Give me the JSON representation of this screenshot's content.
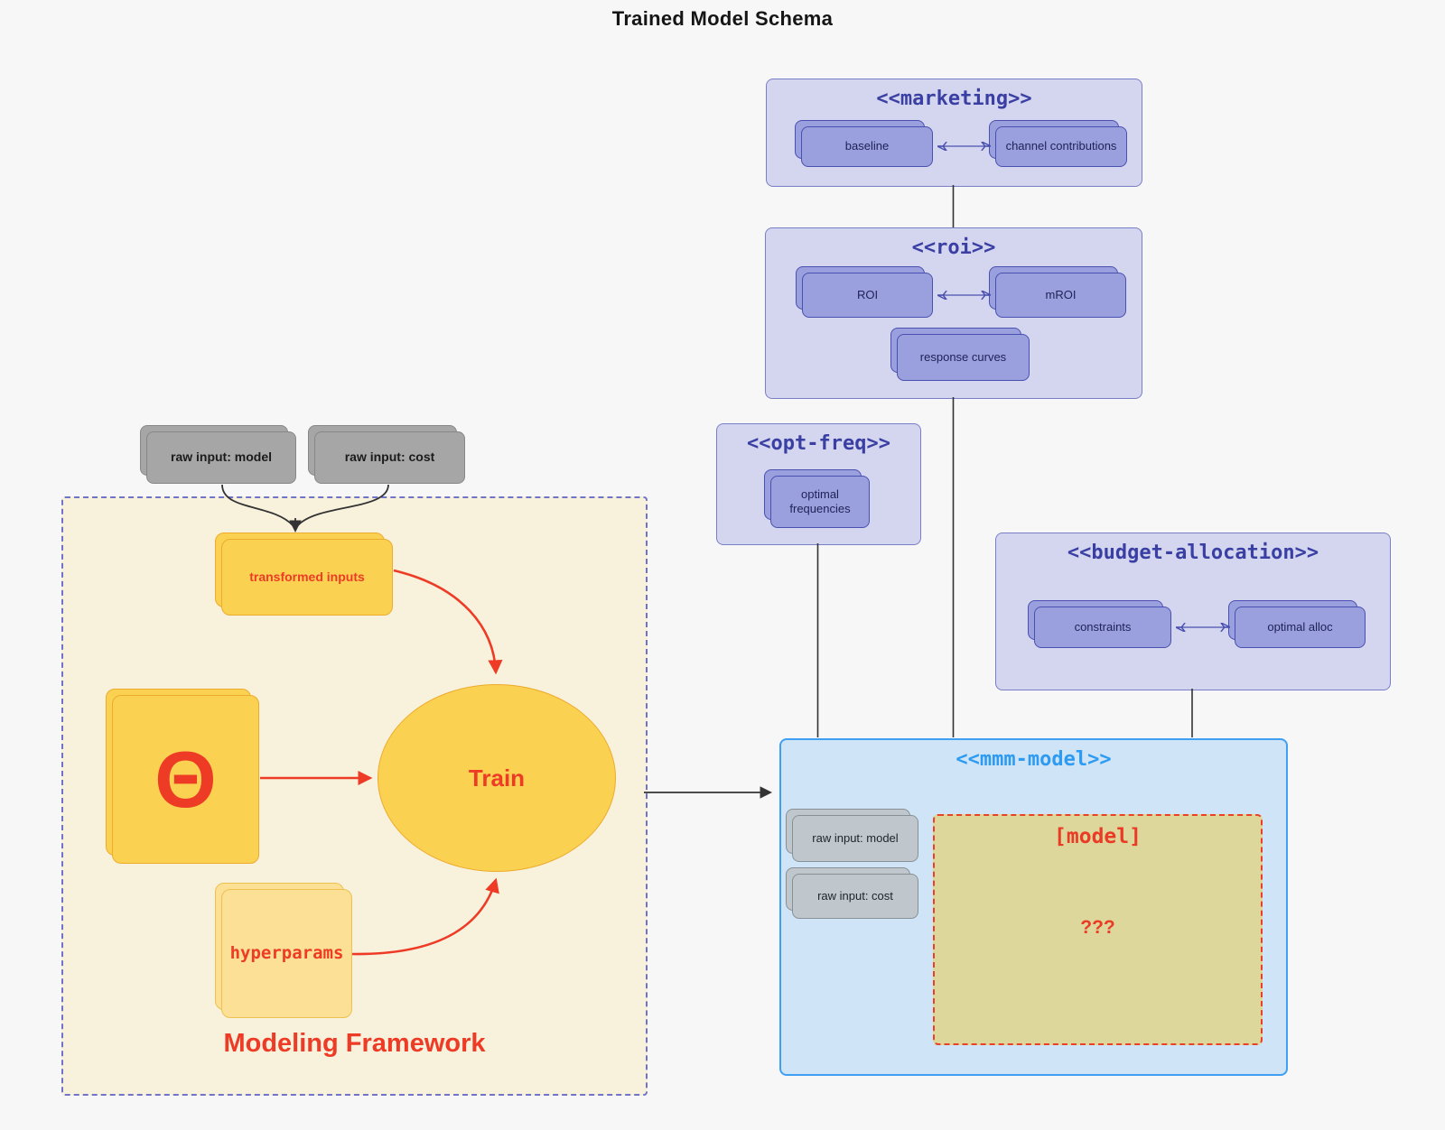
{
  "title": "Trained Model Schema",
  "marketing": {
    "title": "<<marketing>>",
    "baseline": "baseline",
    "channel_contributions": "channel contributions"
  },
  "roi": {
    "title": "<<roi>>",
    "roi": "ROI",
    "mroi": "mROI",
    "response_curves": "response curves"
  },
  "opt_freq": {
    "title": "<<opt-freq>>",
    "optimal_frequencies": "optimal frequencies"
  },
  "budget": {
    "title": "<<budget-allocation>>",
    "constraints": "constraints",
    "optimal_alloc": "optimal alloc"
  },
  "mmm": {
    "title": "<<mmm-model>>",
    "raw_input_model": "raw input: model",
    "raw_input_cost": "raw input: cost",
    "model": "[model]",
    "unknown": "???"
  },
  "framework": {
    "label": "Modeling Framework",
    "transformed_inputs": "transformed inputs",
    "theta": "Θ",
    "train": "Train",
    "hyperparams": "hyperparams"
  },
  "external_inputs": {
    "raw_input_model": "raw input: model",
    "raw_input_cost": "raw input: cost"
  },
  "colors": {
    "page_bg": "#f7f7f8",
    "purple_container_fill": "#d4d5ee",
    "purple_container_border": "#797ec8",
    "purple_node_fill": "#99a0dd",
    "purple_node_border": "#4a50b0",
    "purple_title": "#3a3fa3",
    "blue_container_fill": "#cfe4f6",
    "blue_container_border": "#3f9ff2",
    "blue_title": "#2d9bf2",
    "gray_node_fill": "#a6a6a6",
    "gray_node_light_fill": "#bfc7cd",
    "beige_fill": "#f8f1dc",
    "beige_border": "#6f74c9",
    "yellow_fill": "#fbd152",
    "yellow_border": "#eeab2c",
    "yellow_light_fill": "#fbe095",
    "khaki_fill": "#ddd79c",
    "red_accent": "#ee3b26",
    "connector": "#333333"
  }
}
